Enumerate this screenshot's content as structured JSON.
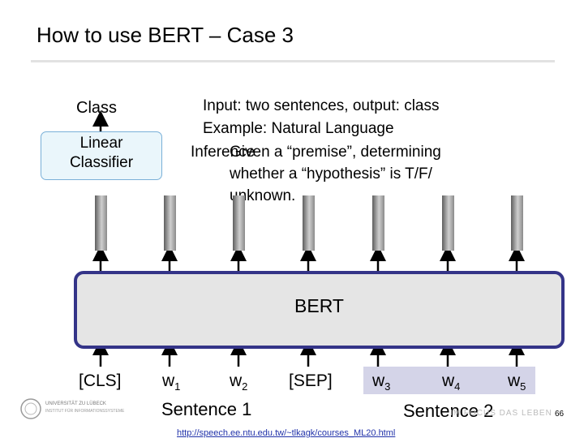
{
  "slide": {
    "title": "How to use BERT – Case 3",
    "page_number": "66",
    "footer_link": "http://speech.ee.ntu.edu.tw/~tlkagk/courses_ML20.html"
  },
  "classifier": {
    "class_label": "Class",
    "box_line1": "Linear",
    "box_line2": "Classifier"
  },
  "description": {
    "line1": "Input: two sentences, output: class",
    "line2": "Example: Natural Language",
    "line3a": "Inference",
    "line3b": "Given a “premise”, determining",
    "line4": "whether a “hypothesis” is T/F/",
    "line5": "unknown."
  },
  "bert": {
    "label": "BERT"
  },
  "tokens": {
    "cls": "[CLS]",
    "sep": "[SEP]",
    "w1": "w",
    "w1_sub": "1",
    "w2": "w",
    "w2_sub": "2",
    "w3": "w",
    "w3_sub": "3",
    "w4": "w",
    "w4_sub": "4",
    "w5": "w",
    "w5_sub": "5"
  },
  "sentences": {
    "sentence1": "Sentence 1",
    "sentence2": "Sentence 2"
  },
  "logos": {
    "left_text1": "UNIVERSITÄT ZU LÜBECK",
    "left_text2": "INSTITUT FÜR INFORMATIONSSYSTEME",
    "right_text": "IM FOCUS DAS LEBEN"
  },
  "colors": {
    "bert_border": "#343488",
    "bert_fill": "#e5e5e5",
    "classifier_border": "#7ab0d8",
    "classifier_fill": "#eaf6fb",
    "sentence2_highlight": "#d4d4e8"
  }
}
